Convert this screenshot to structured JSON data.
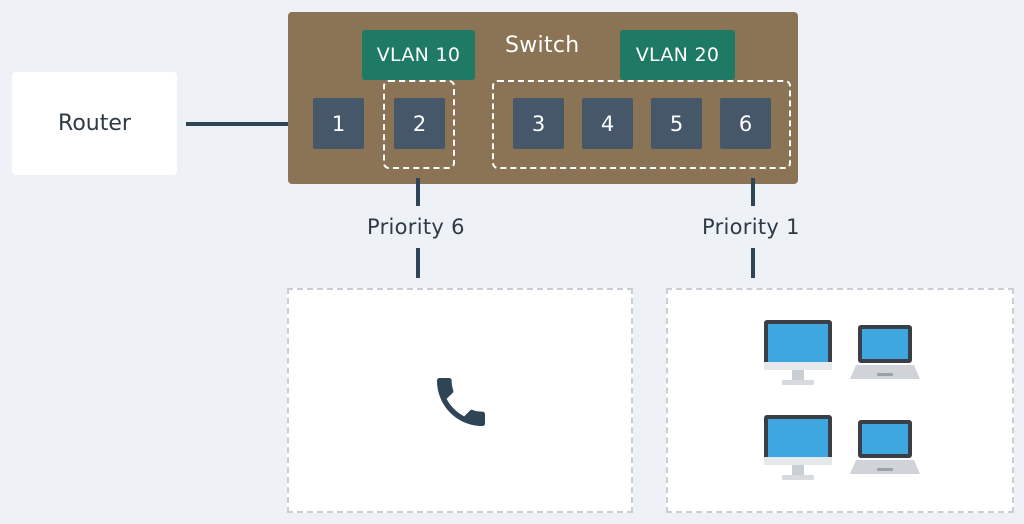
{
  "router": {
    "label": "Router"
  },
  "switch": {
    "label": "Switch",
    "vlans": [
      {
        "label": "VLAN 10"
      },
      {
        "label": "VLAN 20"
      }
    ],
    "ports": [
      "1",
      "2",
      "3",
      "4",
      "5",
      "6"
    ]
  },
  "priorities": [
    {
      "label": "Priority 6"
    },
    {
      "label": "Priority 1"
    }
  ],
  "devices": {
    "voice": {
      "icon": "phone-icon"
    },
    "data": {
      "icons": [
        "desktop-icon",
        "laptop-icon",
        "desktop-icon",
        "laptop-icon"
      ]
    }
  },
  "colors": {
    "switch": "#8b7355",
    "vlan": "#1e7a64",
    "port": "#46576a",
    "screen": "#3ea7e0",
    "connector": "#2f4556"
  }
}
